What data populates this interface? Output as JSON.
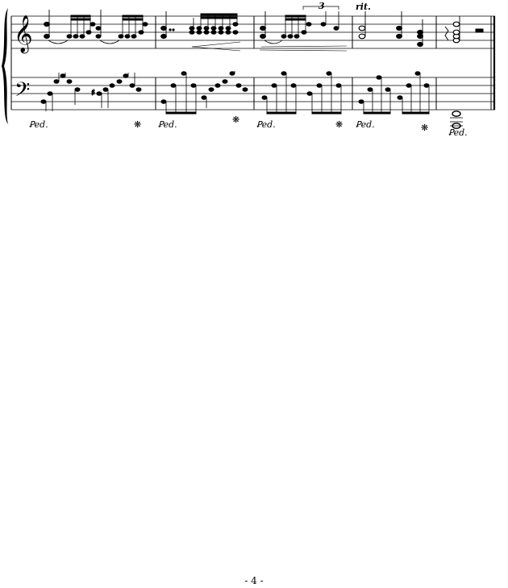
{
  "page": {
    "number_label": "- 4 -"
  },
  "score": {
    "tempo_marking": "rit.",
    "tuplet_label": "3",
    "pedal": {
      "press_label": "Ꝑed.",
      "release_symbol": "❋"
    },
    "systems": [
      {
        "staves": [
          "treble",
          "bass"
        ],
        "measure_count": 5,
        "final_barline": "double"
      }
    ]
  }
}
